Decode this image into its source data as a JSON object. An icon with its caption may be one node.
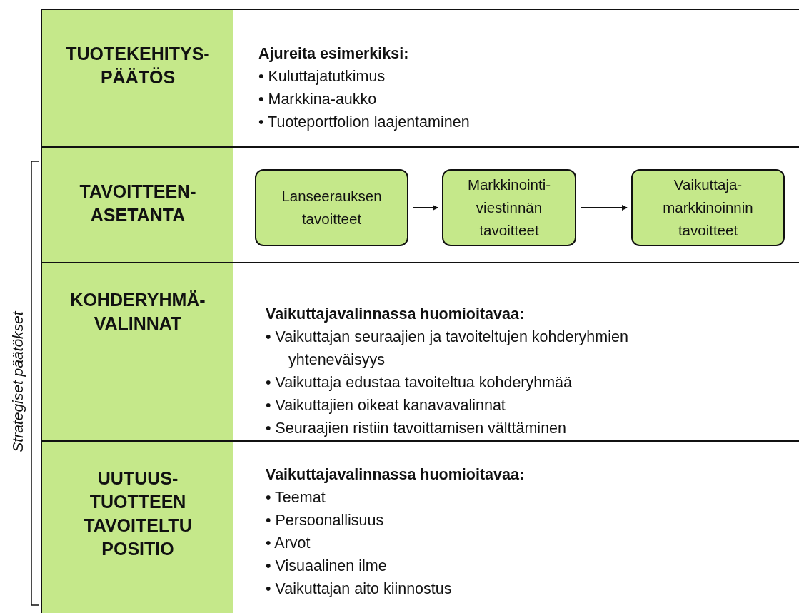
{
  "diagram": {
    "nodes": [
      {
        "text": [
          "TUOTEKEHITYS- PÄÄTÖS",
          "Ajureita esimerkiksi:",
          "• Kuluttajatutkimus",
          "• Markkina-aukko",
          "• Tuoteportfolion laajentaminen"
        ]
      },
      {
        "text": [
          "TAVOITTEEN- ASETANTA"
        ]
      },
      {
        "text": [
          "Lanseerauksen tavoitteet"
        ],
        "in": 1
      },
      {
        "text": [
          "Markkinointi- viestinnän tavoitteet"
        ],
        "in": 1
      },
      {
        "text": [
          "Vaikuttaja- markkinoinnin tavoitteet"
        ],
        "in": 1
      },
      {
        "text": [
          "KOHDERYHMÄ- VALINNAT",
          "Vaikuttajavalinnassa huomioitavaa:",
          "• Vaikuttajan seuraajien ja tavoiteltujen kohderyhmien yhteneväisyys",
          "• Vaikuttaja edustaa tavoiteltua kohderyhmää",
          "• Vaikuttajien oikeat kanavavalinnat",
          "• Seuraajien ristiin tavoittamisen välttäminen"
        ]
      },
      {
        "text": [
          "UUTUUS- TUOTTEEN TAVOITELTU POSITIO",
          "Vaikuttajavalinnassa huomioitavaa:",
          "• Teemat",
          "• Persoonallisuus",
          "• Arvot",
          "• Visuaalinen ilme",
          "• Vaikuttajan aito kiinnostus"
        ]
      }
    ],
    "edges": [
      {
        "from": 2,
        "to": 3,
        "arrow": "to"
      },
      {
        "from": 3,
        "to": 4,
        "arrow": "to"
      }
    ],
    "labels": [
      "Strategiset päätökset"
    ]
  }
}
